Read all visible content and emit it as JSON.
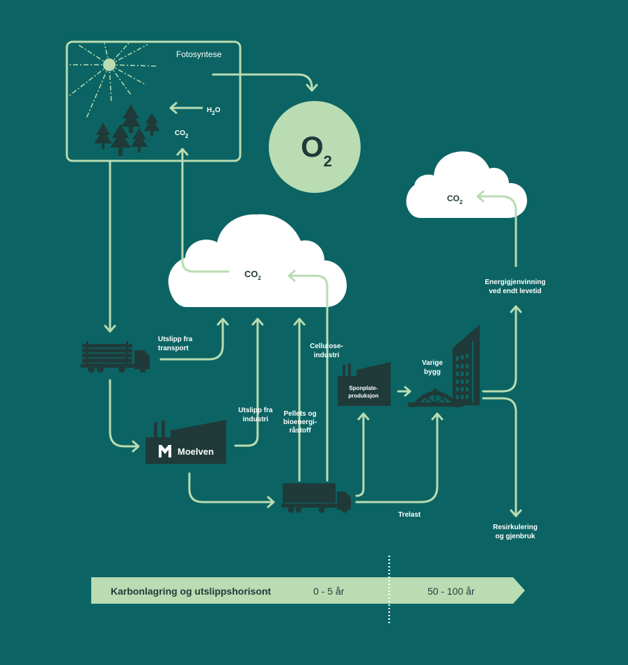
{
  "photosynthesis": {
    "title": "Fotosyntese",
    "h2o_main": "H",
    "h2o_sub": "2",
    "h2o_end": "O",
    "co2_main": "CO",
    "co2_sub": "2"
  },
  "oxygen": {
    "main": "O",
    "sub": "2"
  },
  "main_cloud": {
    "main": "CO",
    "sub": "2"
  },
  "right_cloud": {
    "main": "CO",
    "sub": "2"
  },
  "labels": {
    "transport_l1": "Utslipp fra",
    "transport_l2": "transport",
    "industry_l1": "Utslipp fra",
    "industry_l2": "industri",
    "pellets_l1": "Pellets og",
    "pellets_l2": "bioenergi-",
    "pellets_l3": "råstoff",
    "cellulose_l1": "Cellulose-",
    "cellulose_l2": "industri",
    "sponplate_l1": "Sponplate-",
    "sponplate_l2": "produksjon",
    "varige_l1": "Varige",
    "varige_l2": "bygg",
    "energy_l1": "Energigjenvinning",
    "energy_l2": "ved endt levetid",
    "recycle_l1": "Resirkulering",
    "recycle_l2": "og gjenbruk",
    "trelast": "Trelast",
    "moelven": "Moelven"
  },
  "timeline": {
    "title": "Karbonlagring og utslippshorisont",
    "short_term": "0 - 5 år",
    "long_term": "50 - 100 år"
  },
  "colors": {
    "background": "#0b6463",
    "accent_light": "#b9dcb2",
    "dark": "#1f3a39",
    "white": "#ffffff"
  }
}
